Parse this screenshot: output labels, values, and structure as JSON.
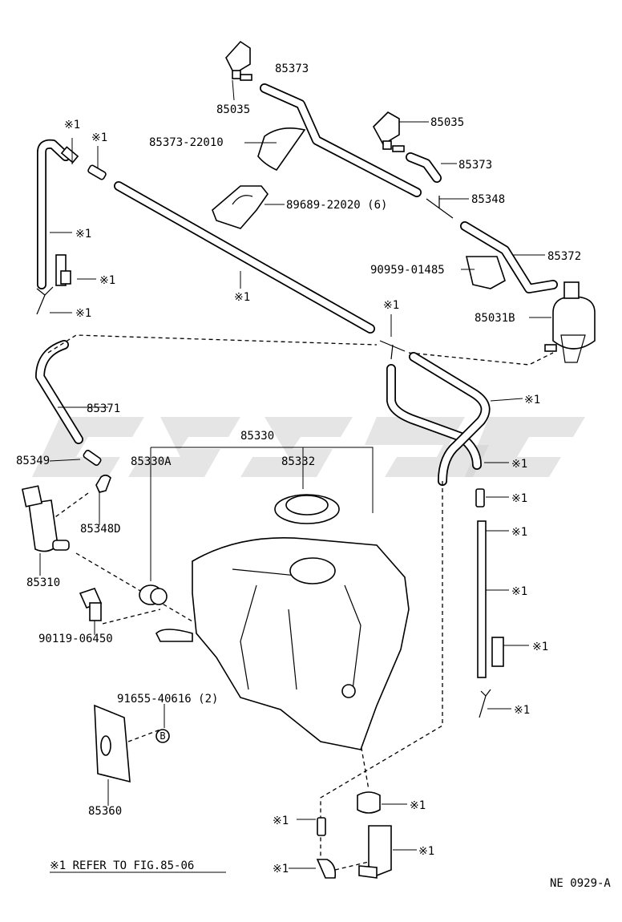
{
  "labels": {
    "p85373_top": "85373",
    "p85035_left": "85035",
    "p85035_right": "85035",
    "p85373_right": "85373",
    "p85373_22010": "85373-22010",
    "p89689": "89689-22020 (6)",
    "p85348": "85348",
    "p85372": "85372",
    "p90959": "90959-01485",
    "p85031b": "85031B",
    "p85371": "85371",
    "p85330": "85330",
    "p85330a": "85330A",
    "p85332": "85332",
    "p85349": "85349",
    "p85348d": "85348D",
    "p85310": "85310",
    "p90119": "90119-06450",
    "p91655": "91655-40616 (2)",
    "p85360": "85360",
    "bolt_ref": "B",
    "ref1": "※1",
    "footnote": "※1  REFER  TO  FIG.85-06",
    "fig_code": "NE 0929-A"
  }
}
